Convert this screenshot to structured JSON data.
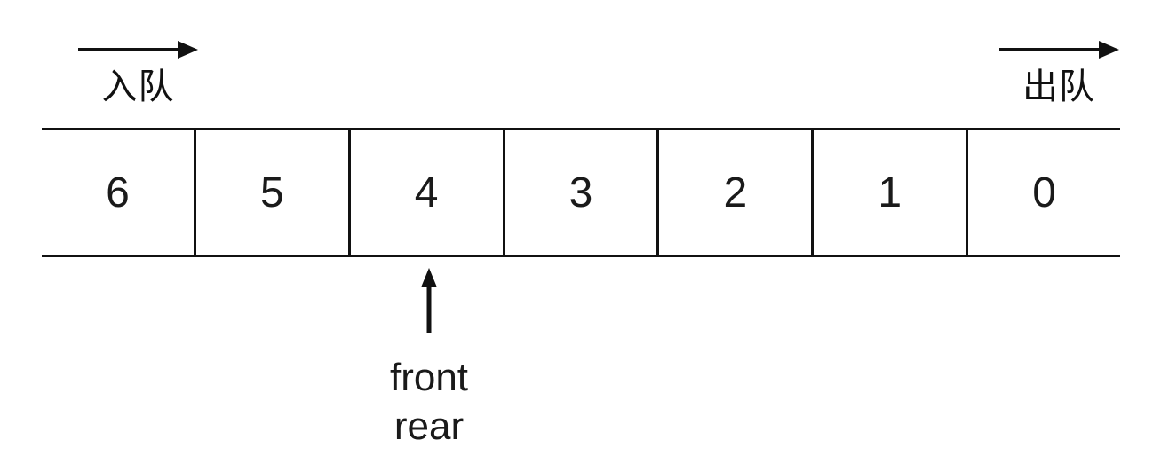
{
  "diagram": {
    "kind": "queue-array",
    "queue": {
      "cells": [
        "6",
        "5",
        "4",
        "3",
        "2",
        "1",
        "0"
      ],
      "pointer_points_to_cell": "4"
    },
    "labels": {
      "enqueue": "入队",
      "dequeue": "出队",
      "front": "front",
      "rear": "rear"
    },
    "colors": {
      "ink": "#111111",
      "background": "#ffffff"
    }
  }
}
